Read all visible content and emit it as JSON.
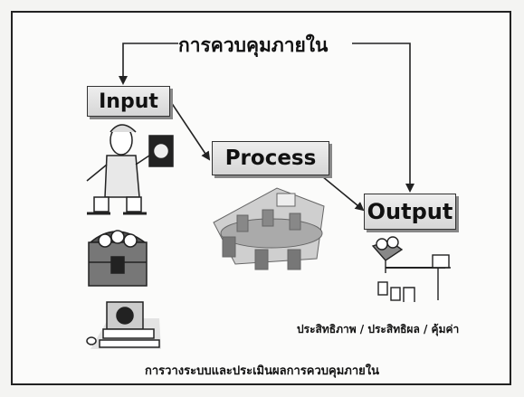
{
  "diagram": {
    "top_label": "การควบคุมภายใน",
    "input_label": "Input",
    "process_label": "Process",
    "output_label": "Output",
    "result_label": "ประสิทธิภาพ / ประสิทธิผล / คุ้มค่า",
    "bottom_caption": "การวางระบบและประเมินผลการควบคุมภายใน"
  }
}
